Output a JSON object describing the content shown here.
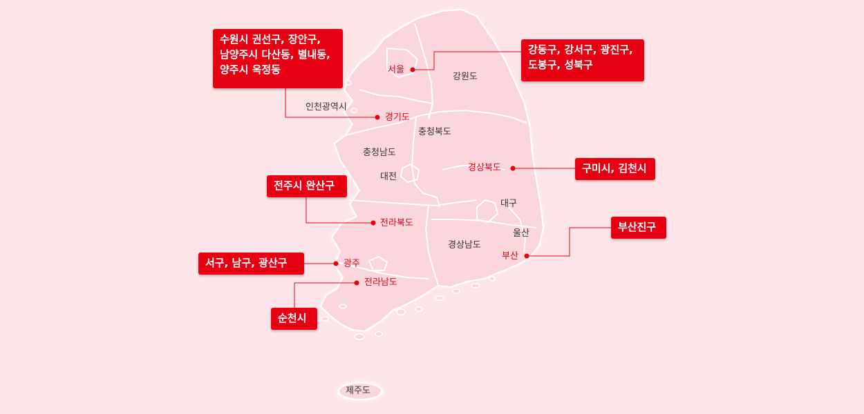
{
  "map": {
    "colors": {
      "background": "#fde4e8",
      "land": "#fbd7dd",
      "border": "#ffffff",
      "accent": "#e60012",
      "label": "#333333"
    },
    "regions": {
      "seoul": "서울",
      "gangwon": "강원도",
      "incheon": "인천광역시",
      "gyeonggi": "경기도",
      "chungbuk": "충청북도",
      "chungnam": "충청남도",
      "daejeon": "대전",
      "gyeongbuk": "경상북도",
      "daegu": "대구",
      "jeonbuk": "전라북도",
      "ulsan": "울산",
      "gyeongnam": "경상남도",
      "busan": "부산",
      "gwangju": "광주",
      "jeonnam": "전라남도",
      "jeju": "제주도"
    },
    "callouts": {
      "gyeonggi": "수원시 권선구, 장안구,\n남양주시 다산동, 별내동,\n양주시 옥정동",
      "seoul": "강동구, 강서구, 광진구,\n도봉구, 성북구",
      "gyeongbuk": "구미시, 김천시",
      "jeonbuk": "전주시 완산구",
      "busan": "부산진구",
      "gwangju": "서구, 남구, 광산구",
      "jeonnam": "순천시"
    }
  }
}
